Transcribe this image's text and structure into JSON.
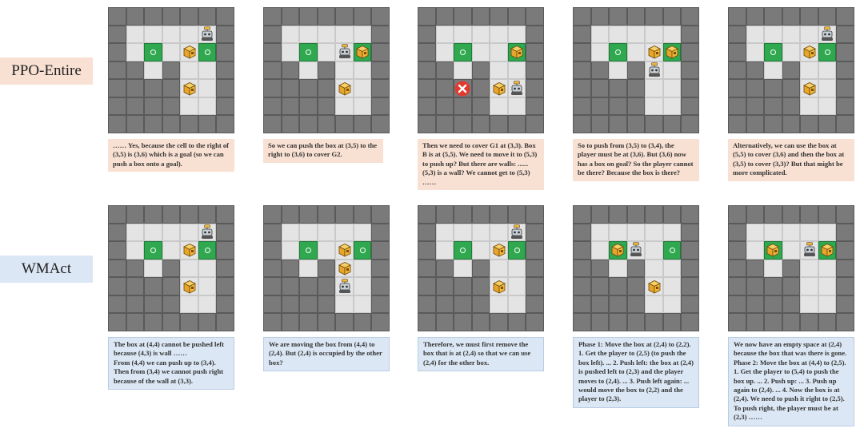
{
  "row_labels": {
    "ppo": "PPO-Entire",
    "wmact": "WMAct"
  },
  "captions": {
    "ppo": [
      "…… Yes, because the cell to the right of (3,5) is (3,6) which is a goal (so we can push a box onto a goal).",
      "So we can push the box at (3,5) to the right to (3,6) to cover G2.",
      "Then we need to cover G1 at (3,3). Box B is at (5,5). We need to move it to (5,3) to push up? But there are walls: ...... (5,3) is a wall? We cannot get to (5,3) ……",
      "So to push from (3,5) to (3,4), the player must be at (3,6). But (3,6) now has a box on goal? So the player cannot be there? Because the box is there?",
      "Alternatively, we can use the box at (5,5) to cover (3,6) and then the box at (3,5) to cover (3,3)? But that might be more complicated."
    ],
    "wmact": [
      "The box at (4,4) cannot be pushed left because (4,3) is wall ……\nFrom (4,4) we can push up to (3,4).\nThen from (3,4) we cannot push right because of the wall at (3,3).",
      "We are moving the box from (4,4) to (2,4). But (2,4) is occupied by the other box?",
      "Therefore, we must first remove the box that is at (2,4) so that we can use (2,4) for the other box.",
      "Phase 1: Move the box at (2,4) to (2,2).\n1. Get the player to (2,5) (to push the box left). ... 2. Push left: the box at (2,4) is pushed left to (2,3) and the player moves to (2,4). ... 3. Push left again: ... would move the box to (2,2) and the player to (2,3).",
      "We now have an empty space at (2,4) because the box that was there is gone.\nPhase 2: Move the box at (4,4) to (2,5). 1. Get the player to (5,4) to push the box up. ... 2. Push up: ... 3. Push up again to (2,4). ... 4. Now the box is at (2,4). We need to push it right to (2,5). To push right, the player must be at (2,3) ……"
    ]
  },
  "icons": {
    "box": "box-icon",
    "player": "robot-player-icon",
    "goal": "goal-icon",
    "fail": "red-x-icon"
  },
  "colors": {
    "wall": "#7a7a7a",
    "floor": "#e4e4e4",
    "goal": "#2fa84f",
    "box": "#f2b632",
    "fail": "#e03a2f",
    "ppo_bg": "#f8e0d2",
    "wmact_bg": "#dbe7f4"
  }
}
